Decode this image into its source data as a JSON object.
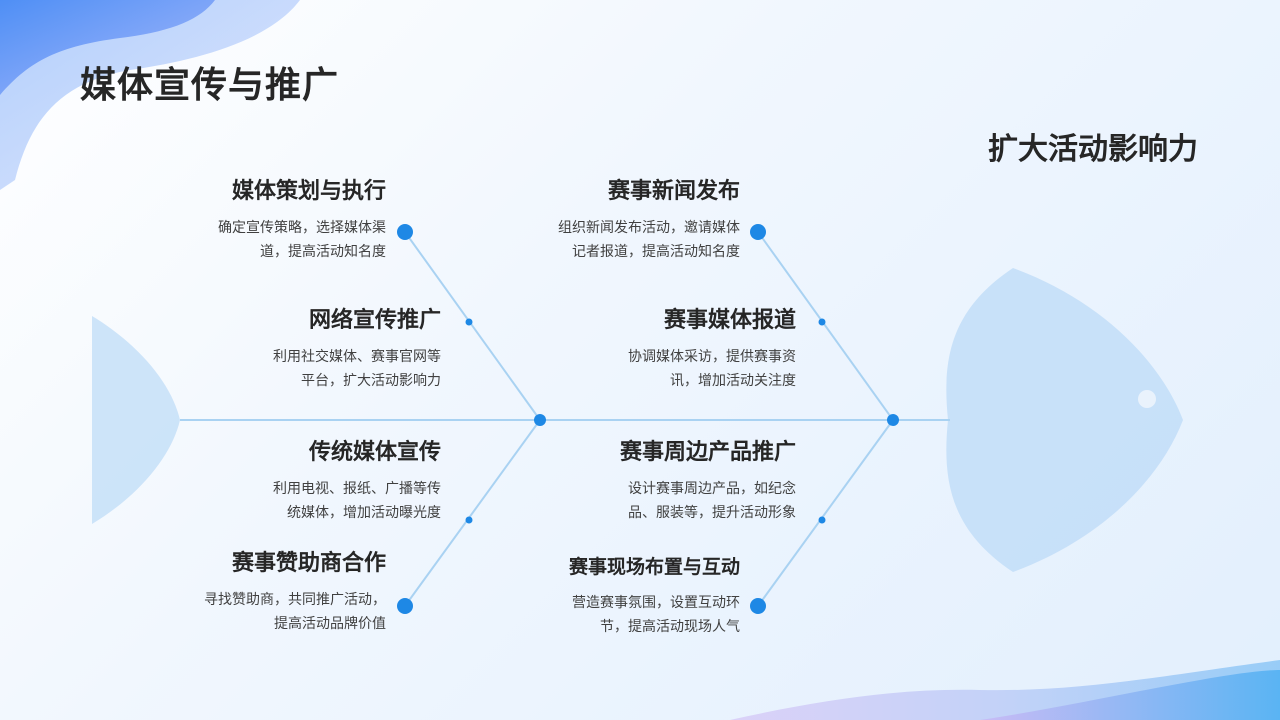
{
  "page": {
    "title": "媒体宣传与推广",
    "goal": "扩大活动影响力"
  },
  "colors": {
    "line": "#a9d2f2",
    "node": "#1e88e5",
    "fish": "#bfdcf7",
    "text": "#262626"
  },
  "causes": [
    {
      "title": "媒体策划与执行",
      "desc": "确定宣传策略，选择媒体渠\n道，提高活动知名度"
    },
    {
      "title": "网络宣传推广",
      "desc": "利用社交媒体、赛事官网等\n平台，扩大活动影响力"
    },
    {
      "title": "传统媒体宣传",
      "desc": "利用电视、报纸、广播等传\n统媒体，增加活动曝光度"
    },
    {
      "title": "赛事赞助商合作",
      "desc": "寻找赞助商，共同推广活动，\n提高活动品牌价值"
    },
    {
      "title": "赛事新闻发布",
      "desc": "组织新闻发布活动，邀请媒体\n记者报道，提高活动知名度"
    },
    {
      "title": "赛事媒体报道",
      "desc": "协调媒体采访，提供赛事资\n讯，增加活动关注度"
    },
    {
      "title": "赛事周边产品推广",
      "desc": "设计赛事周边产品，如纪念\n品、服装等，提升活动形象"
    },
    {
      "title": "赛事现场布置与互动",
      "desc": "营造赛事氛围，设置互动环\n节，提高活动现场人气"
    }
  ]
}
